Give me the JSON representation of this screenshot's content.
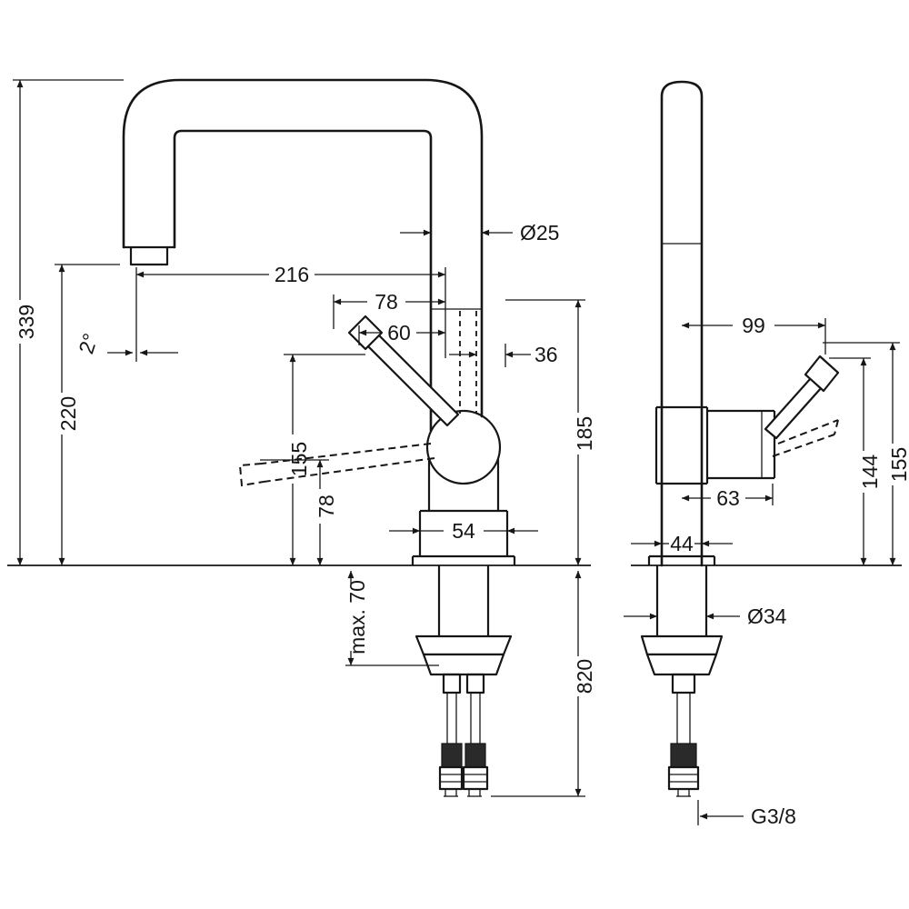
{
  "drawing": {
    "front": {
      "total_height": "339",
      "outlet_height": "220",
      "outlet_angle": "2°",
      "spout_reach": "216",
      "dim_78_horiz": "78",
      "dim_60": "60",
      "dim_36": "36",
      "spout_diameter": "Ø25",
      "handle_height": "155",
      "dim_78_vert": "78",
      "body_height": "185",
      "base_width": "54",
      "max_counter_thickness": "max. 70",
      "hose_length": "820"
    },
    "side": {
      "handle_reach": "99",
      "dim_144": "144",
      "dim_155": "155",
      "dim_63": "63",
      "base_depth": "44",
      "shank_diameter": "Ø34",
      "connection_thread": "G3/8"
    }
  }
}
